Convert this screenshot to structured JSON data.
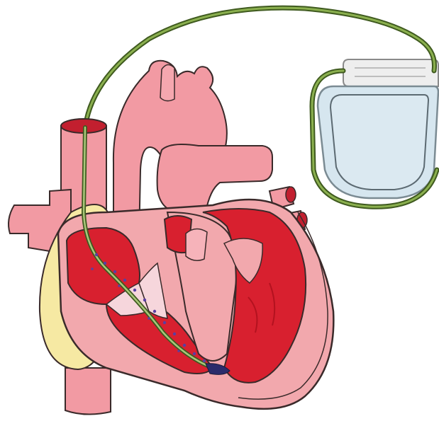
{
  "diagram": {
    "subject": "heart-with-pacemaker",
    "components": [
      "pacemaker-generator",
      "pacemaker-lead",
      "superior-vena-cava",
      "aorta",
      "pulmonary-artery",
      "pulmonary-veins",
      "right-atrium",
      "right-ventricle",
      "left-atrium",
      "left-ventricle",
      "tricuspid-valve",
      "electrode-tip"
    ]
  },
  "colors": {
    "heart_outer": "#f2a8ad",
    "heart_outline": "#3a2a2a",
    "vessel": "#f29aa3",
    "chamber": "#d8202f",
    "chamber_dark": "#b3121f",
    "fat_layer": "#f6e9a3",
    "valve_tissue": "#f6d6dc",
    "lead": "#6b8f3a",
    "lead_dark": "#3f5a1f",
    "pacemaker_body": "#d6e6ef",
    "pacemaker_header": "#eeeeee",
    "electrode_dots": "#5a3fa0"
  }
}
